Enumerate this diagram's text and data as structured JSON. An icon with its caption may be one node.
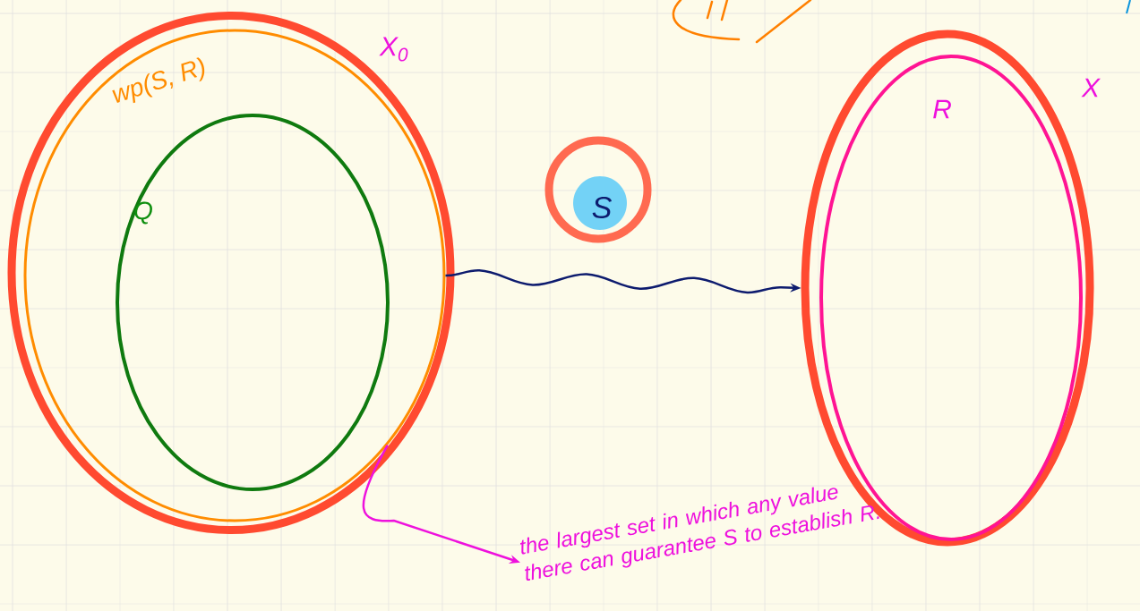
{
  "diagram": {
    "nodes": [
      {
        "text": [
          "X$_{0}$"
        ]
      },
      {
        "text": [
          "wp(S, R)"
        ],
        "in": 0
      },
      {
        "text": [
          "Q"
        ],
        "in": 1
      },
      {
        "text": [
          "S"
        ]
      },
      {
        "text": [
          "X"
        ]
      },
      {
        "text": [
          "R"
        ],
        "in": 4
      },
      {
        "text": [
          "the largest set in which any value there can guarantee S to establish R."
        ]
      }
    ],
    "edges": [
      {
        "from": 1,
        "to": 4,
        "arrow": "to",
        "color": "#0d1b6e"
      },
      {
        "from": 1,
        "to": 6,
        "arrow": "to",
        "color": "#ee11dd"
      }
    ]
  }
}
